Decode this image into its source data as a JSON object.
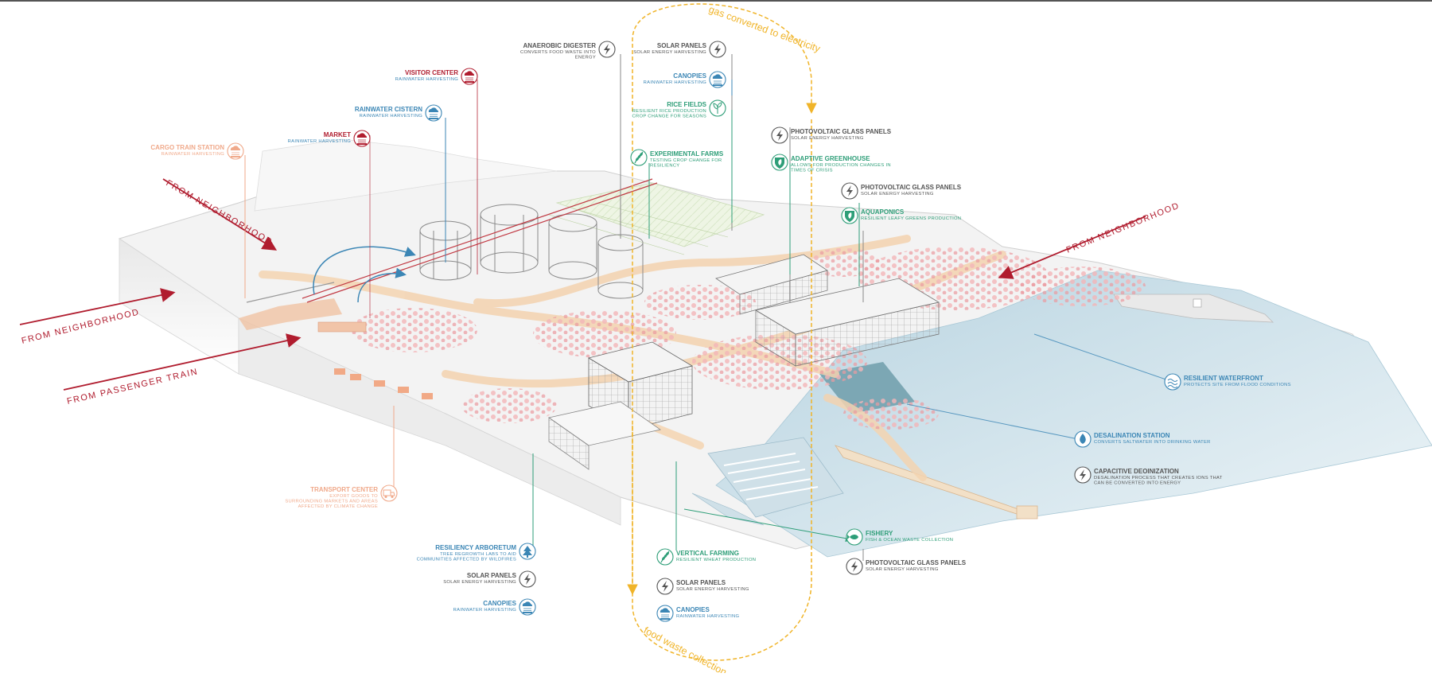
{
  "colors": {
    "energy": "#555555",
    "water": "#3b86b5",
    "food": "#2e9e78",
    "red": "#b01c2e",
    "orange": "#f0a98a",
    "yellow": "#f0b429",
    "sea": "#cfe3ec"
  },
  "flows": {
    "neighborhood_nw": "FROM NEIGHBORHOOD",
    "neighborhood_w": "FROM NEIGHBORHOOD",
    "passenger_train": "FROM PASSENGER TRAIN",
    "neighborhood_ne": "FROM NEIGHBORHOOD"
  },
  "loop": {
    "top": "gas converted to electricity",
    "bottom": "food waste collection"
  },
  "labels": {
    "anaerobic": {
      "title": "ANAEROBIC DIGESTER",
      "sub": [
        "CONVERTS FOOD WASTE INTO",
        "ENERGY"
      ],
      "icon": "lightning-icon"
    },
    "solar_top": {
      "title": "SOLAR PANELS",
      "sub": [
        "SOLAR ENERGY HARVESTING"
      ],
      "icon": "lightning-icon"
    },
    "canopies_top": {
      "title": "CANOPIES",
      "sub": [
        "RAINWATER HARVESTING"
      ],
      "icon": "rain-cloud-icon"
    },
    "rice": {
      "title": "RICE FIELDS",
      "sub": [
        "RESILIENT RICE PRODUCTION",
        "CROP CHANGE FOR SEASONS"
      ],
      "icon": "sprout-icon"
    },
    "visitor": {
      "title": "VISITOR CENTER",
      "sub": [
        "RAINWATER HARVESTING"
      ],
      "icon": "rain-cloud-icon"
    },
    "cistern": {
      "title": "RAINWATER CISTERN",
      "sub": [
        "RAINWATER HARVESTING"
      ],
      "icon": "rain-cloud-icon"
    },
    "market": {
      "title": "MARKET",
      "sub": [
        "RAINWATER HARVESTING"
      ],
      "icon": "rain-cloud-icon"
    },
    "cargo": {
      "title": "CARGO TRAIN STATION",
      "sub": [
        "RAINWATER HARVESTING"
      ],
      "icon": "rain-cloud-icon"
    },
    "exp_farms": {
      "title": "EXPERIMENTAL FARMS",
      "sub": [
        "TESTING CROP CHANGE FOR",
        "RESILIENCY"
      ],
      "icon": "wheat-icon"
    },
    "pv1": {
      "title": "PHOTOVOLTAIC GLASS PANELS",
      "sub": [
        "SOLAR ENERGY HARVESTING"
      ],
      "icon": "lightning-icon"
    },
    "greenhouse": {
      "title": "ADAPTIVE GREENHOUSE",
      "sub": [
        "ALLOWS FOR PRODUCTION CHANGES IN",
        "TIMES OF CRISIS"
      ],
      "icon": "leaf-shield-icon"
    },
    "pv2": {
      "title": "PHOTOVOLTAIC GLASS PANELS",
      "sub": [
        "SOLAR ENERGY HARVESTING"
      ],
      "icon": "lightning-icon"
    },
    "aquaponics": {
      "title": "AQUAPONICS",
      "sub": [
        "RESILIENT LEAFY GREENS PRODUCTION"
      ],
      "icon": "leaf-shield-icon"
    },
    "waterfront": {
      "title": "RESILIENT WATERFRONT",
      "sub": [
        "PROTECTS SITE FROM FLOOD CONDITIONS"
      ],
      "icon": "wave-icon"
    },
    "desal": {
      "title": "DESALINATION STATION",
      "sub": [
        "CONVERTS SALTWATER INTO DRINKING WATER"
      ],
      "icon": "water-drop-icon"
    },
    "cdi": {
      "title": "CAPACITIVE DEOINIZATION",
      "sub": [
        "DESALINATION PROCESS THAT CREATES IONS THAT",
        "CAN BE CONVERTED INTO ENERGY"
      ],
      "icon": "lightning-icon"
    },
    "fishery": {
      "title": "FISHERY",
      "sub": [
        "FISH & OCEAN WASTE COLLECTION"
      ],
      "icon": "fish-icon"
    },
    "pv3": {
      "title": "PHOTOVOLTAIC GLASS PANELS",
      "sub": [
        "SOLAR ENERGY HARVESTING"
      ],
      "icon": "lightning-icon"
    },
    "transport": {
      "title": "TRANSPORT CENTER",
      "sub": [
        "EXPORT GOODS TO",
        "SURROUNDING MARKETS AND AREAS",
        "AFFECTED BY CLIMATE CHANGE"
      ],
      "icon": "truck-icon"
    },
    "arboretum": {
      "title": "RESILIENCY ARBORETUM",
      "sub": [
        "TREE REGROWTH LABS TO AID",
        "COMMUNITIES AFFECTED BY WILDFIRES"
      ],
      "icon": "tree-icon"
    },
    "solar_bl": {
      "title": "SOLAR PANELS",
      "sub": [
        "SOLAR ENERGY HARVESTING"
      ],
      "icon": "lightning-icon"
    },
    "canopies_bl": {
      "title": "CANOPIES",
      "sub": [
        "RAINWATER HARVESTING"
      ],
      "icon": "rain-cloud-icon"
    },
    "vertical": {
      "title": "VERTICAL FARMING",
      "sub": [
        "RESILIENT WHEAT PRODUCTION"
      ],
      "icon": "wheat-icon"
    },
    "solar_bc": {
      "title": "SOLAR PANELS",
      "sub": [
        "SOLAR ENERGY HARVESTING"
      ],
      "icon": "lightning-icon"
    },
    "canopies_bc": {
      "title": "CANOPIES",
      "sub": [
        "RAINWATER HARVESTING"
      ],
      "icon": "rain-cloud-icon"
    }
  }
}
